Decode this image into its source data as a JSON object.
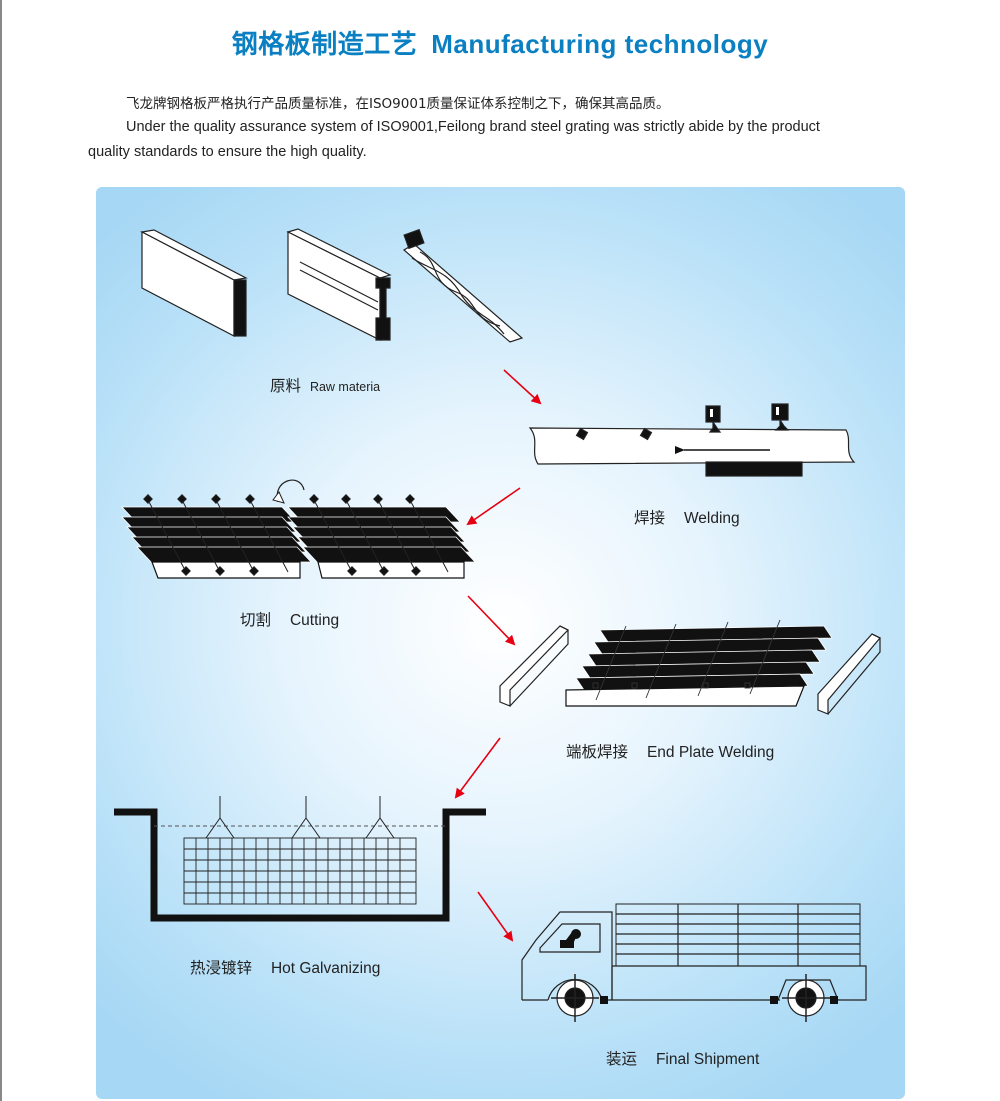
{
  "header": {
    "title_cn": "钢格板制造工艺",
    "title_en": "Manufacturing technology"
  },
  "intro": {
    "cn": "飞龙牌钢格板严格执行产品质量标准，在ISO9001质量保证体系控制之下，确保其高品质。",
    "en_line1": "Under the quality assurance system of ISO9001,Feilong brand steel grating was strictly  abide by the product",
    "en_line2": "quality standards to ensure the high quality."
  },
  "steps": [
    {
      "cn": "原料",
      "en": "Raw materia",
      "icon": "raw-material-icon"
    },
    {
      "cn": "焊接",
      "en": "Welding",
      "icon": "welding-icon"
    },
    {
      "cn": "切割",
      "en": "Cutting",
      "icon": "cutting-icon"
    },
    {
      "cn": "端板焊接",
      "en": "End Plate Welding",
      "icon": "end-plate-welding-icon"
    },
    {
      "cn": "热浸镀锌",
      "en": "Hot Galvanizing",
      "icon": "hot-galvanizing-icon"
    },
    {
      "cn": "装运",
      "en": "Final Shipment",
      "icon": "truck-icon"
    }
  ],
  "colors": {
    "title": "#0a7fc2",
    "arrow": "#e60012",
    "panel_edge": "#a6d7f4"
  }
}
